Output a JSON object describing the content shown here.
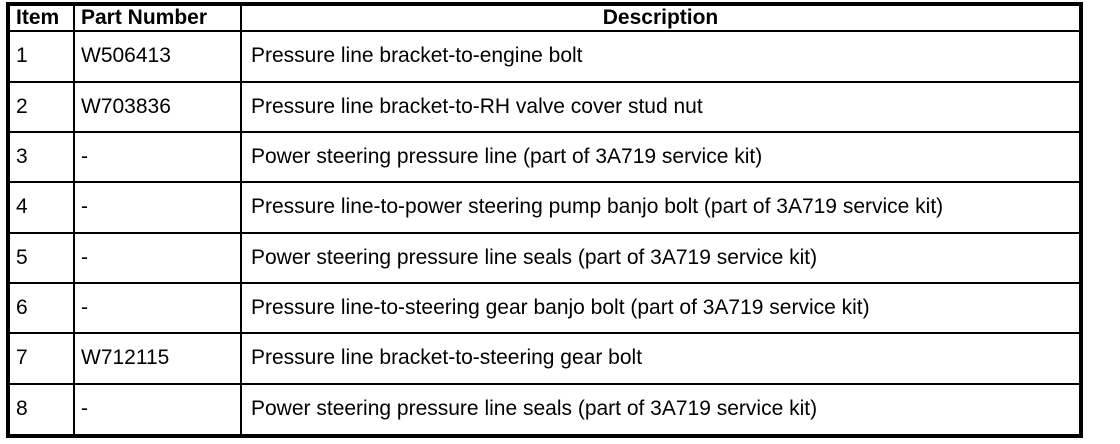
{
  "colors": {
    "border": "#000000",
    "background": "#ffffff",
    "text": "#000000"
  },
  "table": {
    "columns": [
      {
        "key": "item",
        "label": "Item"
      },
      {
        "key": "part_number",
        "label": "Part Number"
      },
      {
        "key": "description",
        "label": "Description"
      }
    ],
    "rows": [
      {
        "item": "1",
        "part_number": "W506413",
        "description": "Pressure line bracket-to-engine bolt"
      },
      {
        "item": "2",
        "part_number": "W703836",
        "description": "Pressure line bracket-to-RH valve cover stud nut"
      },
      {
        "item": "3",
        "part_number": "-",
        "description": "Power steering pressure line (part of 3A719 service kit)"
      },
      {
        "item": "4",
        "part_number": "-",
        "description": "Pressure line-to-power steering pump banjo bolt (part of 3A719 service kit)"
      },
      {
        "item": "5",
        "part_number": "-",
        "description": "Power steering pressure line seals (part of 3A719 service kit)"
      },
      {
        "item": "6",
        "part_number": "-",
        "description": "Pressure line-to-steering gear banjo bolt (part of 3A719 service kit)"
      },
      {
        "item": "7",
        "part_number": "W712115",
        "description": "Pressure line bracket-to-steering gear bolt"
      },
      {
        "item": "8",
        "part_number": "-",
        "description": "Power steering pressure line seals (part of 3A719 service kit)"
      }
    ]
  }
}
